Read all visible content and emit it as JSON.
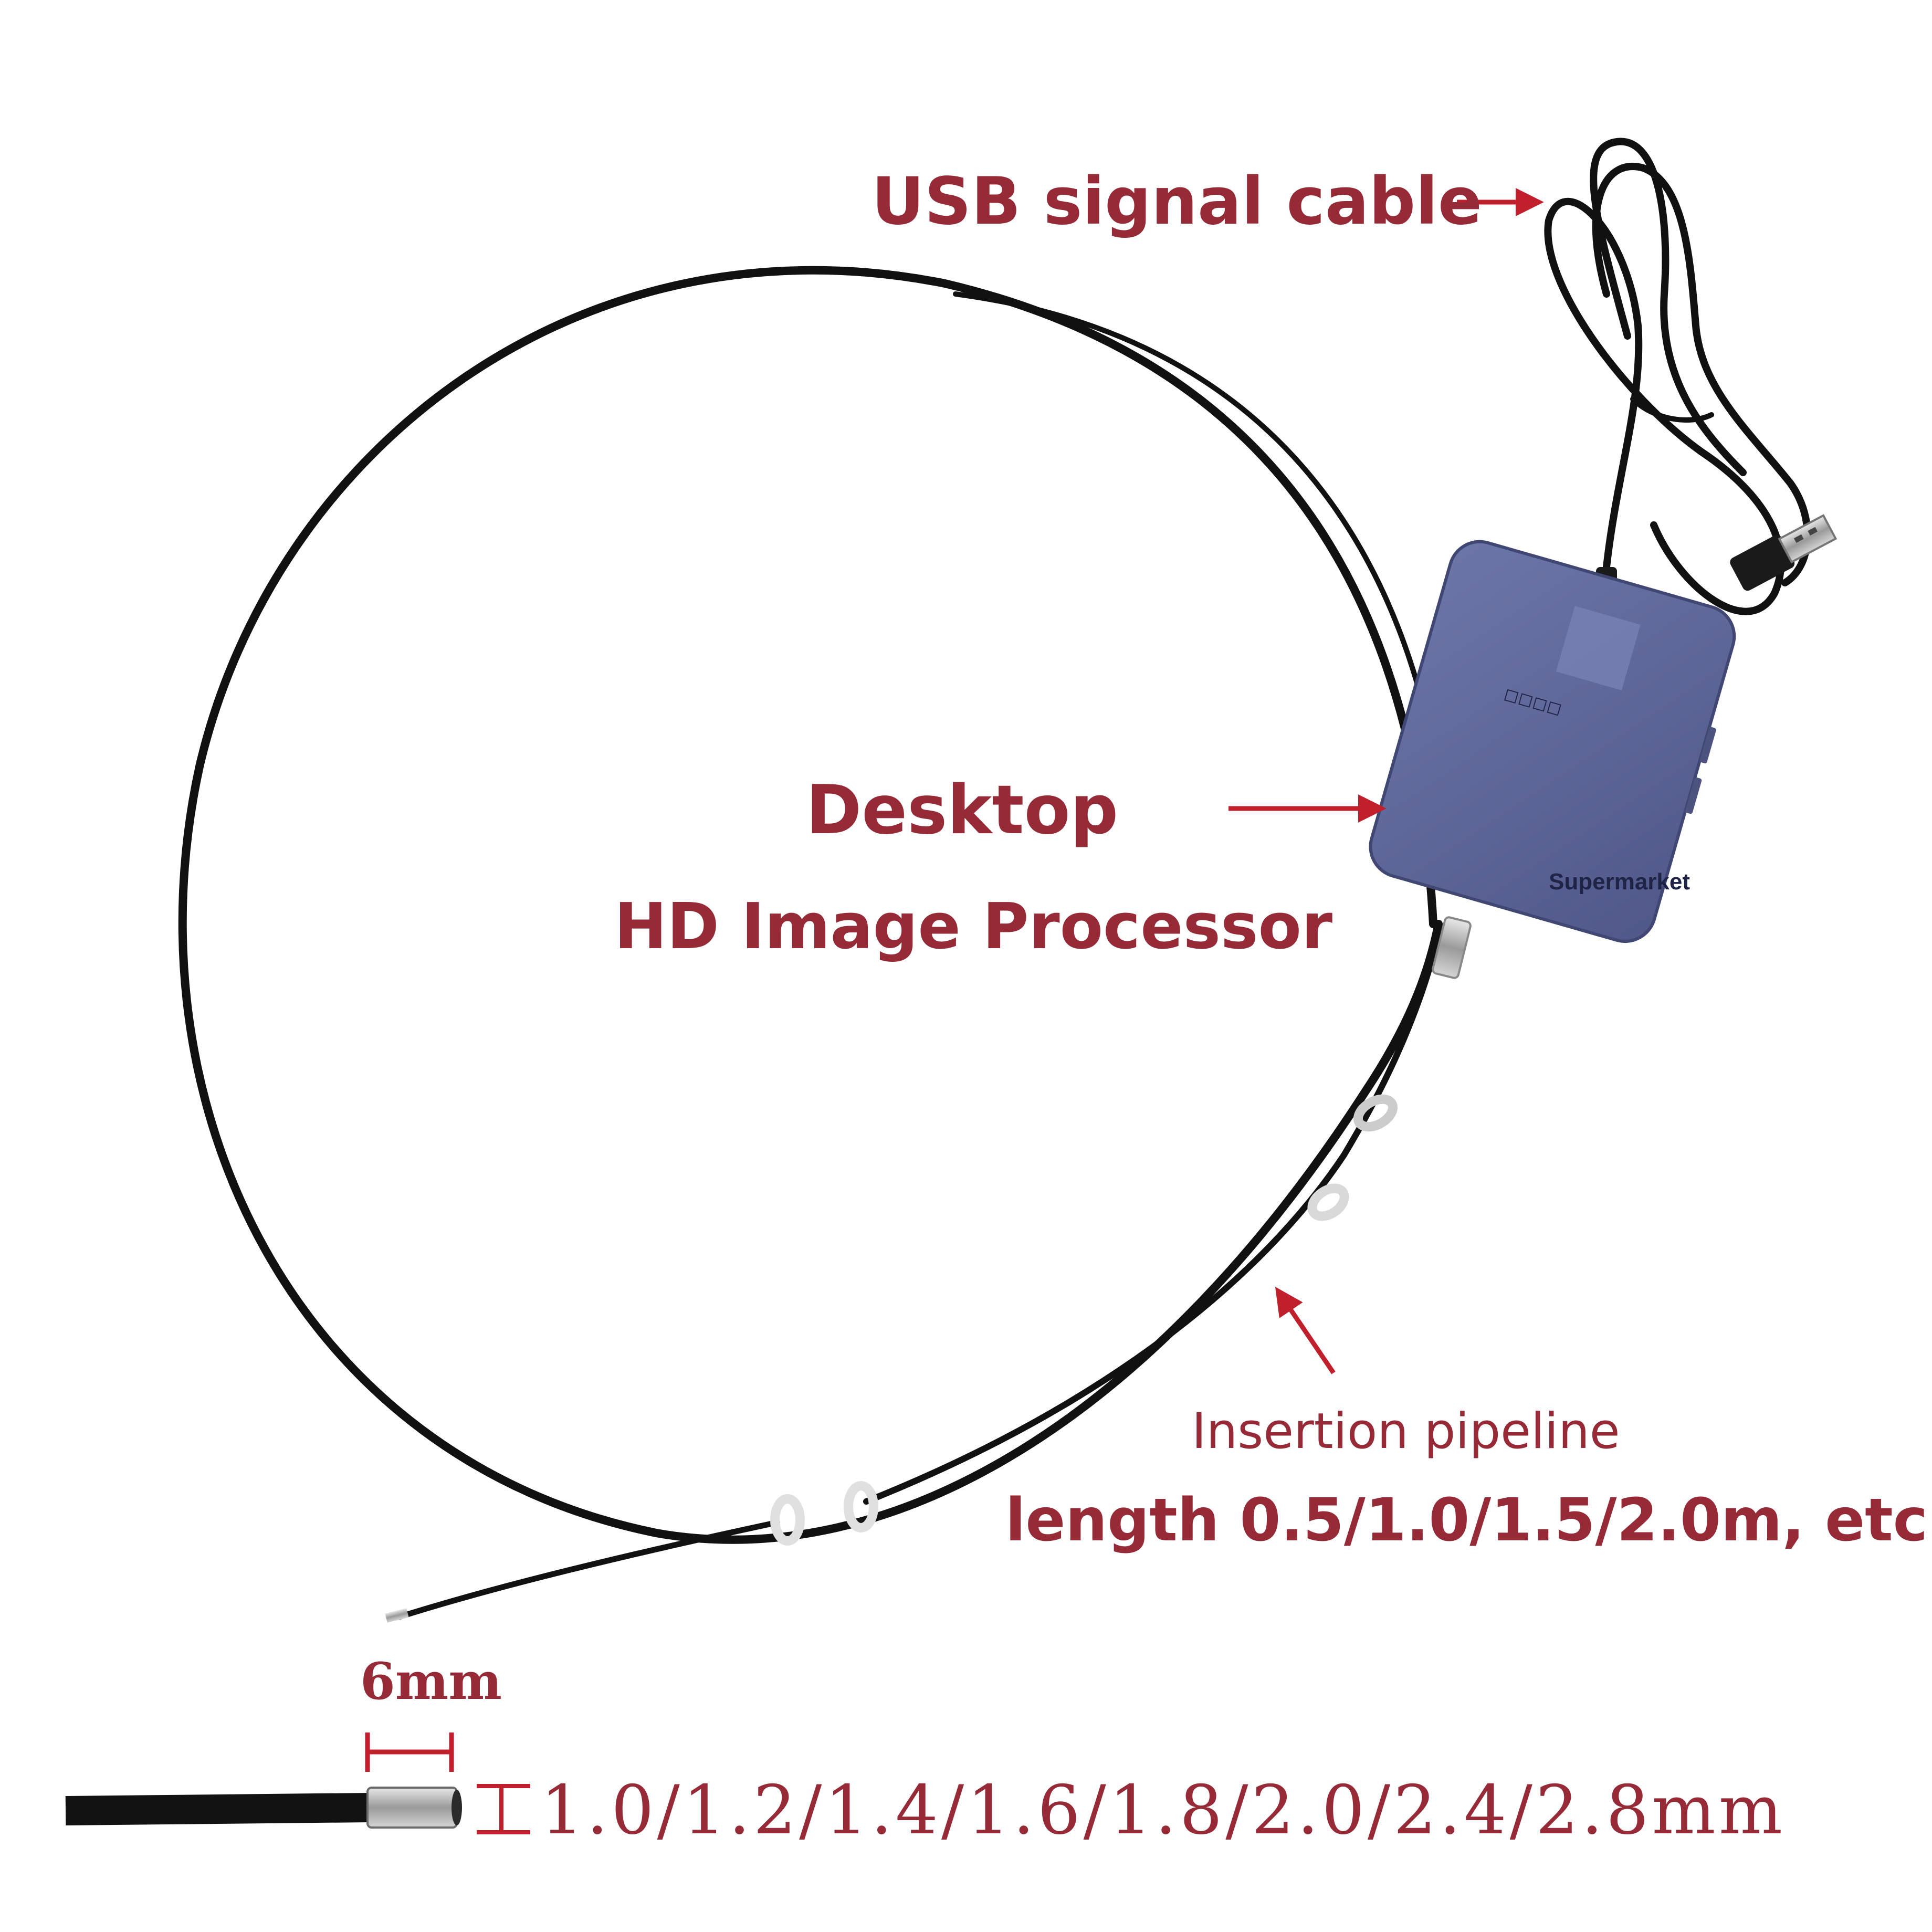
{
  "labels": {
    "usb": "USB signal cable",
    "processor_title": "Desktop",
    "processor_sub": "HD Image Processor",
    "pipeline_line1": "Insertion pipeline",
    "pipeline_line2": "length 0.5/1.0/1.5/2.0m, etc.",
    "tip_length": "6mm",
    "diameters": "1.0/1.2/1.4/1.6/1.8/2.0/2.4/2.8mm"
  },
  "device": {
    "brand": "Supermarket",
    "color": "#5c6598"
  },
  "colors": {
    "label_red": "#962a36",
    "arrow_red": "#c0202c",
    "cable_black": "#111111"
  }
}
